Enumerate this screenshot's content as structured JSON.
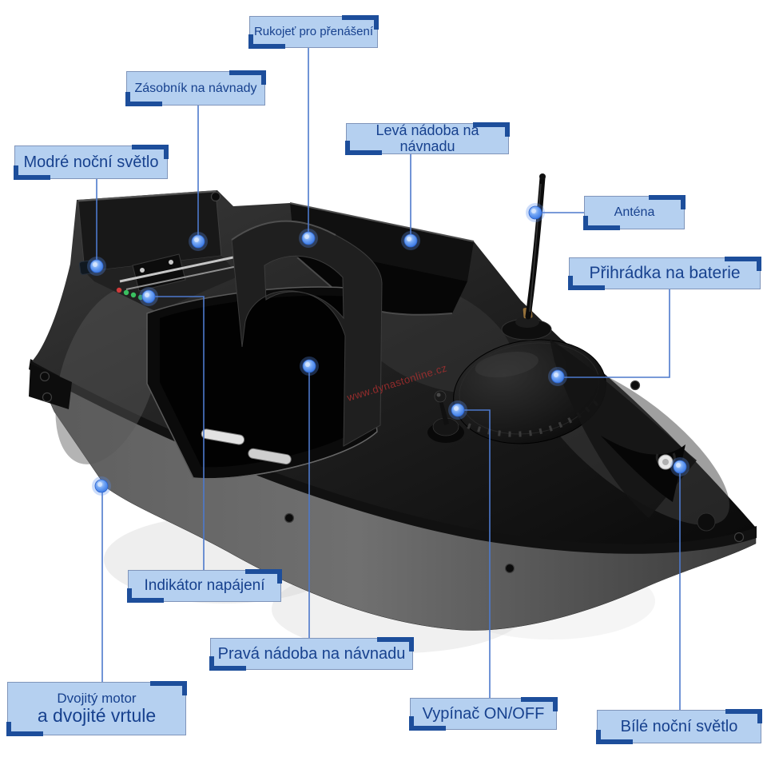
{
  "diagram_title": "Bait boat parts diagram",
  "labels": {
    "handle": {
      "text": "Rukojeť pro přenášení"
    },
    "hopper": {
      "text": "Zásobník na návnady"
    },
    "blue_light": {
      "text": "Modré noční světlo"
    },
    "left_container": {
      "text": "Levá nádoba na návnadu"
    },
    "antenna": {
      "text": "Anténa"
    },
    "battery": {
      "text": "Přihrádka na baterie"
    },
    "power_indicator": {
      "text": "Indikátor napájení"
    },
    "right_container": {
      "text": "Pravá nádoba na návnadu"
    },
    "motor": {
      "line1": "Dvojitý motor",
      "line2": "a dvojité vrtule"
    },
    "switch": {
      "text": "Vypínač ON/OFF"
    },
    "white_light": {
      "text": "Bílé noční světlo"
    }
  },
  "watermark": {
    "text": "www.dynastonline.cz",
    "color": "#b73030"
  },
  "colors": {
    "label_fill": "#b5d0f0",
    "label_border": "#8095ba",
    "label_text": "#17418e",
    "corner_accent": "#1d4e9b",
    "callout_line": "#4d79cc",
    "callout_dot": "#2f6fe0",
    "background": "#ffffff"
  }
}
